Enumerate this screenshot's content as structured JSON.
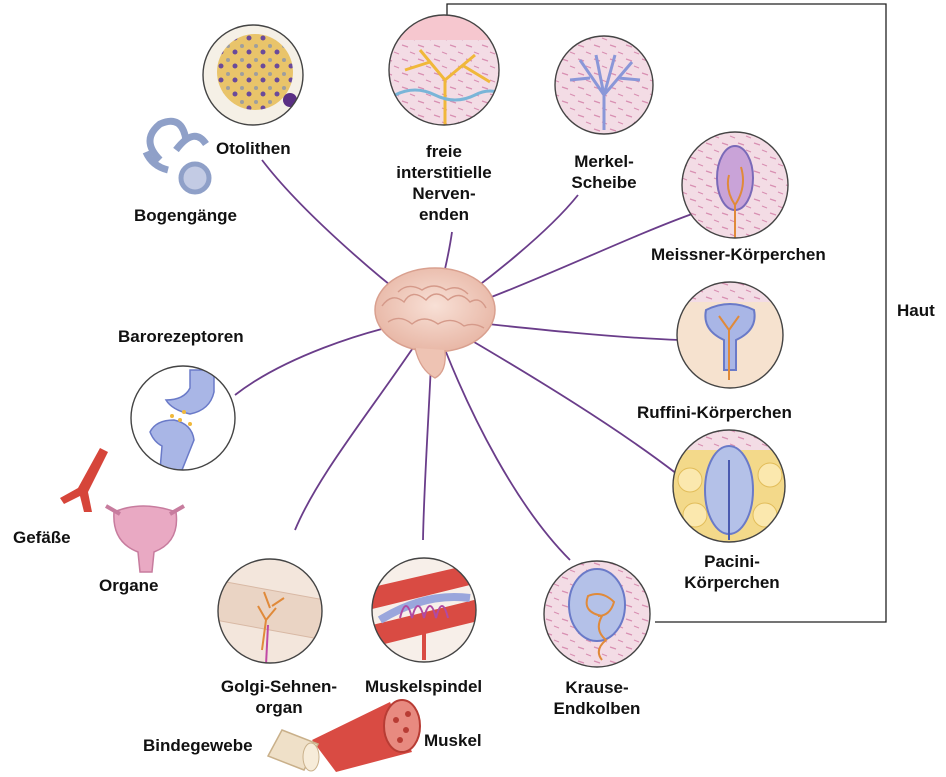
{
  "labels": {
    "otolithen": "Otolithen",
    "bogengaenge": "Bogengänge",
    "freie_line1": "freie",
    "freie_line2": "interstitielle",
    "freie_line3": "Nerven-",
    "freie_line4": "enden",
    "merkel_line1": "Merkel-",
    "merkel_line2": "Scheibe",
    "meissner": "Meissner-Körperchen",
    "ruffini": "Ruffini-Körperchen",
    "pacini_line1": "Pacini-",
    "pacini_line2": "Körperchen",
    "krause_line1": "Krause-",
    "krause_line2": "Endkolben",
    "muskelspindel": "Muskelspindel",
    "golgi_line1": "Golgi-Sehnen-",
    "golgi_line2": "organ",
    "barorezeptoren": "Barorezeptoren",
    "gefaesse": "Gefäße",
    "organe": "Organe",
    "bindegewebe": "Bindegewebe",
    "muskel": "Muskel",
    "haut": "Haut"
  },
  "colors": {
    "connector": "#6a3d8a",
    "bracket": "#222222",
    "skin_bg": "#f1d6e0",
    "skin_cells": "#d88fb2",
    "nerve_blue": "#8a97d8",
    "nerve_orange": "#e08a3a",
    "fat_yellow": "#f3d98a",
    "vessel_red": "#d6453a",
    "brain_pink": "#f3cdbf"
  },
  "icons": {
    "brain": "brain-icon",
    "ear": "inner-ear-icon",
    "vessel": "blood-vessel-icon",
    "organ": "bladder-organ-icon",
    "muscle": "muscle-fiber-icon"
  }
}
